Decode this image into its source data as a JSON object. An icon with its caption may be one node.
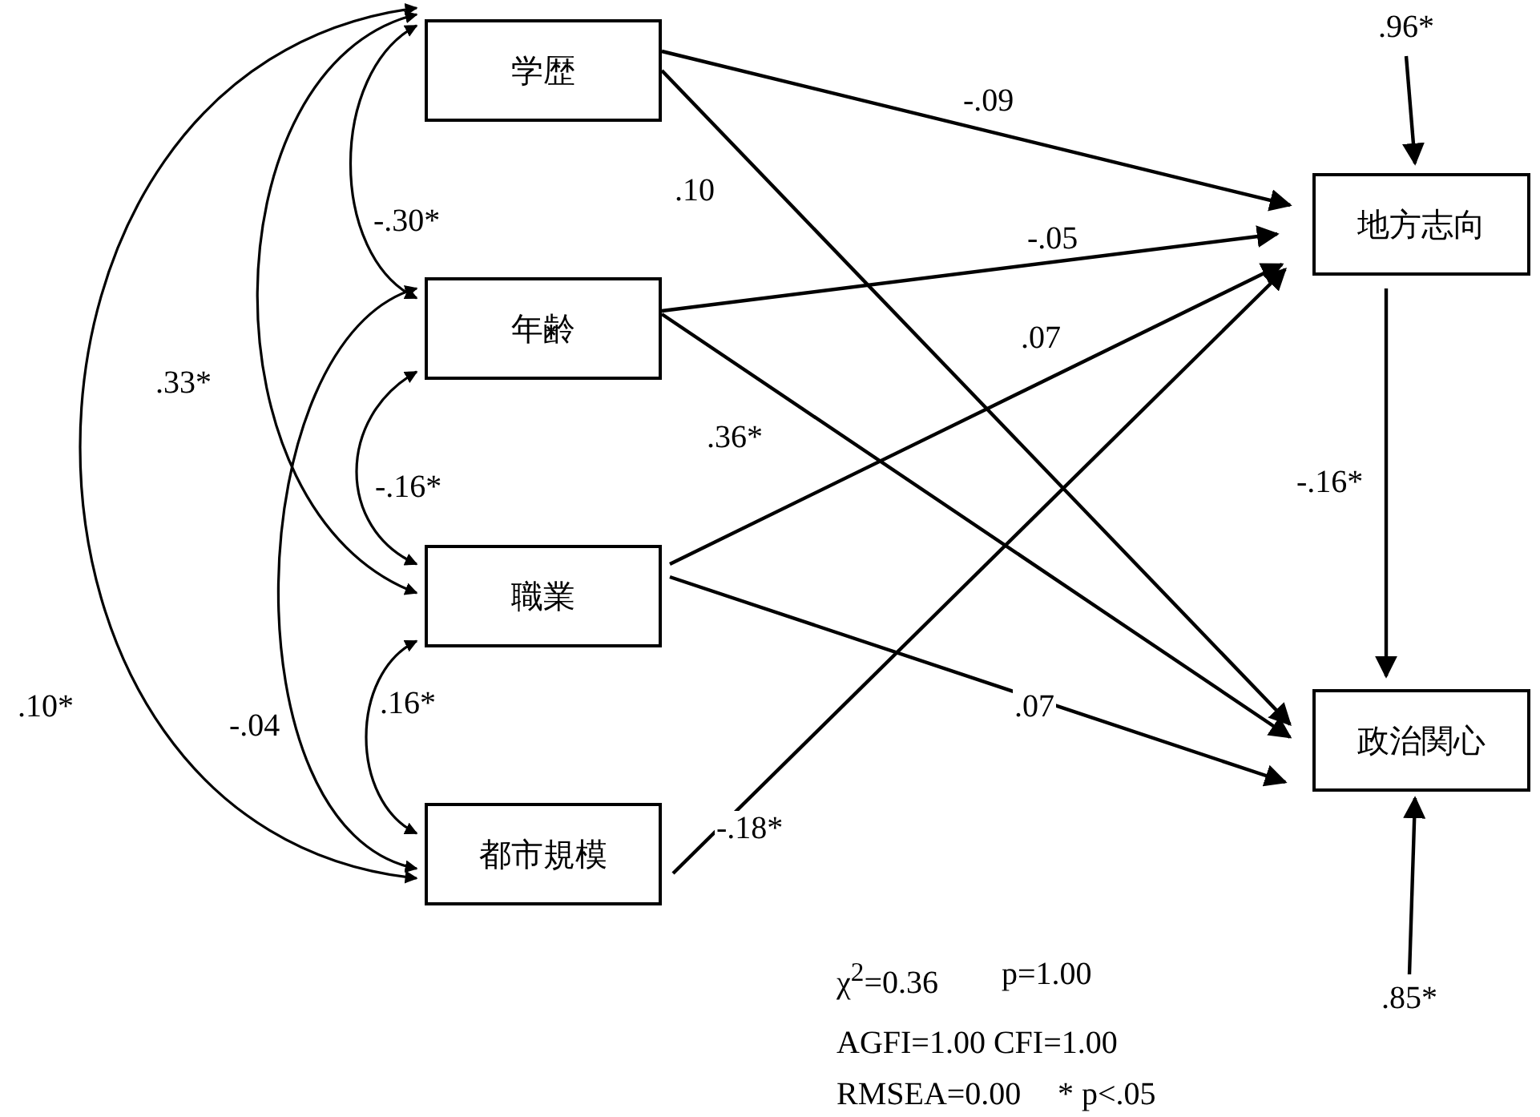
{
  "diagram": {
    "nodes": [
      {
        "text": [
          "学歴"
        ]
      },
      {
        "text": [
          "年齢"
        ]
      },
      {
        "text": [
          "職業"
        ]
      },
      {
        "text": [
          "都市規模"
        ]
      },
      {
        "text": [
          "地方志向"
        ]
      },
      {
        "text": [
          "政治関心"
        ]
      },
      {
        "text": [
          ".96*"
        ]
      },
      {
        "text": [
          ".85*"
        ]
      }
    ],
    "edges": [
      {
        "from": 0,
        "to": 4,
        "arrow": "to",
        "label": "-.09"
      },
      {
        "from": 0,
        "to": 5,
        "arrow": "to",
        "label": ".10"
      },
      {
        "from": 1,
        "to": 4,
        "arrow": "to",
        "label": "-.05"
      },
      {
        "from": 1,
        "to": 5,
        "arrow": "to",
        "label": ".36*"
      },
      {
        "from": 2,
        "to": 4,
        "arrow": "to",
        "label": ".07"
      },
      {
        "from": 2,
        "to": 5,
        "arrow": "to",
        "label": ".07"
      },
      {
        "from": 3,
        "to": 4,
        "arrow": "to",
        "label": "-.18*"
      },
      {
        "from": 4,
        "to": 5,
        "arrow": "to",
        "label": "-.16*"
      },
      {
        "from": 6,
        "to": 4,
        "arrow": "to"
      },
      {
        "from": 7,
        "to": 5,
        "arrow": "to"
      },
      {
        "from": 0,
        "to": 1,
        "arrow": "both",
        "label": "-.30*"
      },
      {
        "from": 0,
        "to": 2,
        "arrow": "both",
        "label": ".33*"
      },
      {
        "from": 0,
        "to": 3,
        "arrow": "both",
        "label": ".10*"
      },
      {
        "from": 1,
        "to": 2,
        "arrow": "both",
        "label": "-.16*"
      },
      {
        "from": 1,
        "to": 3,
        "arrow": "both",
        "label": "-.04"
      },
      {
        "from": 2,
        "to": 3,
        "arrow": "both",
        "label": ".16*"
      }
    ],
    "labels": [
      "χ$^{2}$=0.36",
      "p=1.00",
      "AGFI=1.00 CFI=1.00",
      "RMSEA=0.00",
      "* p<.05"
    ]
  }
}
